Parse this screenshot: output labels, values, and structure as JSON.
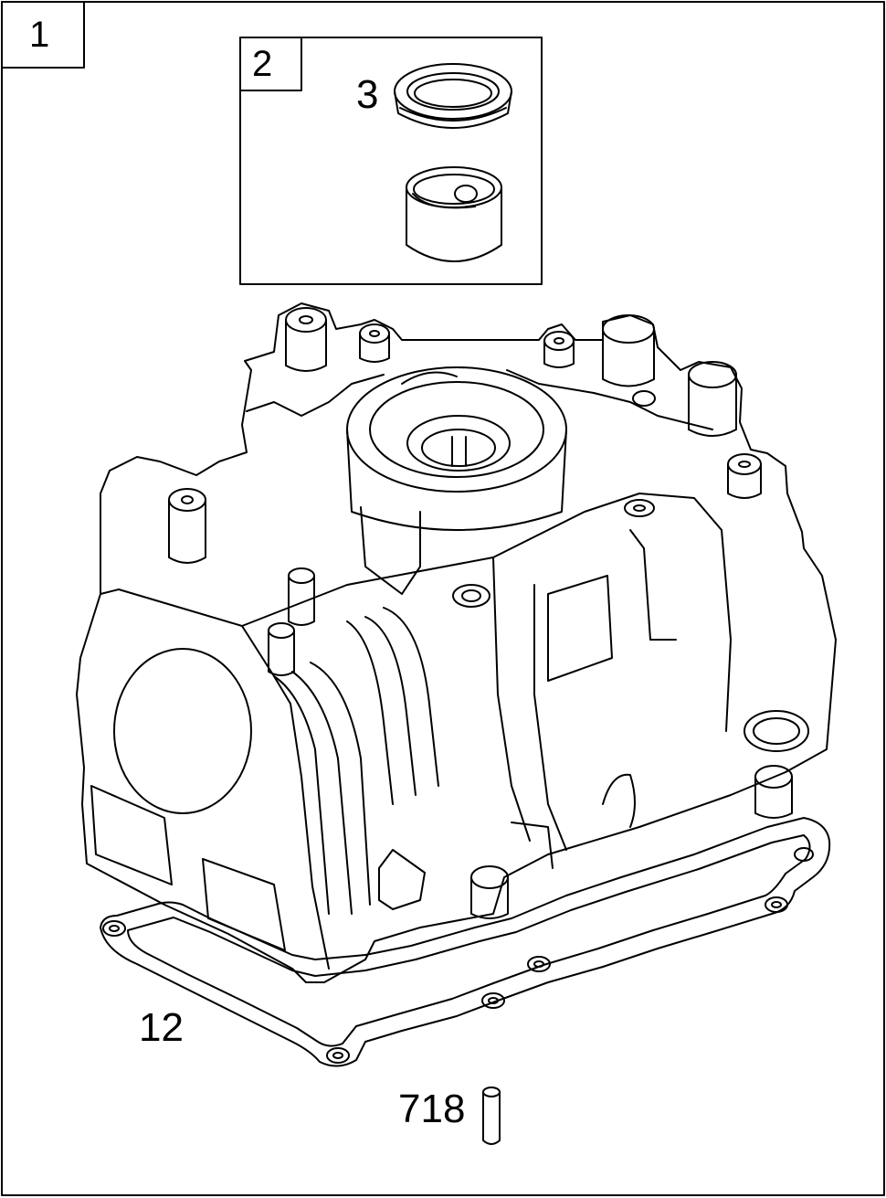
{
  "diagram": {
    "callouts": {
      "assembly": "1",
      "kit": "2",
      "seal": "3",
      "gasket": "12",
      "dowel_pin": "718"
    },
    "line_color": "#000000",
    "background": "#ffffff"
  }
}
